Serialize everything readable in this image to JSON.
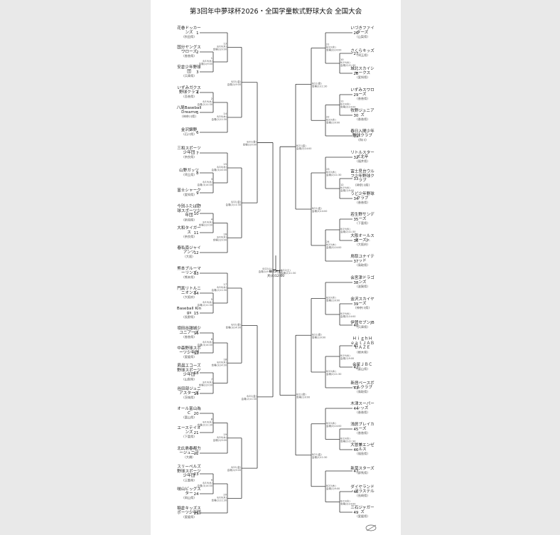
{
  "title": "第3回年中夢球杯2026・全国学童軟式野球大会 全国大会",
  "final": {
    "date": "8/22(土)",
    "venue": "大(4)12:00"
  },
  "left_teams": [
    {
      "seed": "1",
      "name": [
        "花巻ドッカー",
        "ンズ"
      ],
      "pref": "(秋田県)"
    },
    {
      "seed": "2",
      "name": [
        "国分ヤングス",
        "ワローズ"
      ],
      "pref": "(香香県)"
    },
    {
      "seed": "3",
      "name": [
        "安倉少年野球",
        "団"
      ],
      "pref": "(兵庫県)"
    },
    {
      "seed": "4",
      "name": [
        "いずみガクス",
        "野球クラブ"
      ],
      "pref": "(吾香県)"
    },
    {
      "seed": "5",
      "name": [
        "八尾Baseball",
        "Dreams"
      ],
      "pref": "(神奈川県)"
    },
    {
      "seed": "6",
      "name": [
        "金沢錦野"
      ],
      "pref": "(石川県)"
    },
    {
      "seed": "7",
      "name": [
        "三和スポーツ",
        "少年団"
      ],
      "pref": "(奈良県)"
    },
    {
      "seed": "8",
      "name": [
        "山野ガッツ"
      ],
      "pref": "(埼玉県)"
    },
    {
      "seed": "9",
      "name": [
        "富士シャーク"
      ],
      "pref": "(愛知県)"
    },
    {
      "seed": "10",
      "name": [
        "今別ふたば野",
        "球スポーツ少",
        "年団"
      ],
      "pref": "(新潟県)"
    },
    {
      "seed": "11",
      "name": [
        "大和タイガー",
        "ス"
      ],
      "pref": "(奈良県)"
    },
    {
      "seed": "12",
      "name": [
        "春私南ジャイ",
        "アンツ"
      ],
      "pref": "(大阪)"
    },
    {
      "seed": "13",
      "name": [
        "熊本ブルーマ",
        "ーリンズ"
      ],
      "pref": "(熊本県)"
    },
    {
      "seed": "14",
      "name": [
        "門真リトルニ",
        "ニオンズ"
      ],
      "pref": "(大阪府)"
    },
    {
      "seed": "15",
      "name": [
        "Baseball Kin",
        "gs"
      ],
      "pref": "(長野県)"
    },
    {
      "seed": "16",
      "name": [
        "頃田谷雑城少",
        "ユニアーズ"
      ],
      "pref": "(香香県)"
    },
    {
      "seed": "17",
      "name": [
        "中森野球スポ",
        "ーツ少年団"
      ],
      "pref": "(愛媛県)"
    },
    {
      "seed": "18",
      "name": [
        "昇晨エコーズ",
        "野球スポーツ",
        "少年団"
      ],
      "pref": "(山梨県)"
    },
    {
      "seed": "19",
      "name": [
        "谷田部ジュニ",
        "アスターズ"
      ],
      "pref": "(茨城県)"
    },
    {
      "seed": "20",
      "name": [
        "オール富山為",
        "C"
      ],
      "pref": "(富山県)"
    },
    {
      "seed": "21",
      "name": [
        "エーステイオ",
        "ンズ"
      ],
      "pref": "(下富県)"
    },
    {
      "seed": "22",
      "name": [
        "北広島春都力",
        "ージュニア"
      ],
      "pref": "(大橋)"
    },
    {
      "seed": "23",
      "name": [
        "スリーペルズ",
        "野球スポーツ",
        "少年団"
      ],
      "pref": "(三重県)"
    },
    {
      "seed": "24",
      "name": [
        "岐山ビッグス",
        "ター"
      ],
      "pref": "(岡山県)"
    },
    {
      "seed": "25",
      "name": [
        "稲倉キッズス",
        "ポーツ少年団"
      ],
      "pref": "(愛媛県)"
    }
  ],
  "right_teams": [
    {
      "seed": "26",
      "name": [
        "いづきファイ",
        "ターズ"
      ],
      "pref": "(山梨県)"
    },
    {
      "seed": "27",
      "name": [
        "さくらキッズ"
      ],
      "pref": "(埼玉県)"
    },
    {
      "seed": "28",
      "name": [
        "城北スカイシ",
        "ャークス"
      ],
      "pref": "(愛知県)"
    },
    {
      "seed": "29",
      "name": [
        "いずみスワロ",
        "ーズ"
      ],
      "pref": "(香香県)"
    },
    {
      "seed": "30",
      "name": [
        "牧野ジュニア",
        "ズ"
      ],
      "pref": "(香香県)"
    },
    {
      "seed": "31",
      "name": [
        "春日入間少年",
        "野球クラブ"
      ],
      "pref": "(和川)"
    },
    {
      "seed": "32",
      "name": [
        "リトルスター",
        "ズ北辛"
      ],
      "pref": "(福井県)"
    },
    {
      "seed": "33",
      "name": [
        "富士見台ウル",
        "フ少年野球ク",
        "ラブ"
      ],
      "pref": "(神奈川県)"
    },
    {
      "seed": "34",
      "name": [
        "うど少年野球",
        "クラブ"
      ],
      "pref": "(香香県)"
    },
    {
      "seed": "35",
      "name": [
        "若生野サンデ",
        "ーズ"
      ],
      "pref": "(下富県)"
    },
    {
      "seed": "36",
      "name": [
        "大阪オールス",
        "ターズJr."
      ],
      "pref": "(大阪府)"
    },
    {
      "seed": "37",
      "name": [
        "鳥取ユナイテ",
        "ッド"
      ],
      "pref": "(鳥取県)"
    },
    {
      "seed": "38",
      "name": [
        "会宮津ドラゴ",
        "ンズ"
      ],
      "pref": "(滋賀県)"
    },
    {
      "seed": "39",
      "name": [
        "金沢スカイヤ",
        "ーズ"
      ],
      "pref": "(神奈川県)"
    },
    {
      "seed": "40",
      "name": [
        "伊賀セブンJB"
      ],
      "pref": "(兵庫県)"
    },
    {
      "seed": "41",
      "name": [
        "ＨｉｇｈＨ",
        "ｅａｌＪＡＢ",
        "ＬＡＺＥ"
      ],
      "pref": "(根木県)"
    },
    {
      "seed": "42",
      "name": [
        "会星ＪＢＣ"
      ],
      "pref": "(富山県)"
    },
    {
      "seed": "43",
      "name": [
        "新居ベースボ",
        "ールクラブ"
      ],
      "pref": "(鳥取県)"
    },
    {
      "seed": "44",
      "name": [
        "木津スーパー",
        "レッズ"
      ],
      "pref": "(香香県)"
    },
    {
      "seed": "45",
      "name": [
        "浅居ブレイカ",
        "ーズ"
      ],
      "pref": "(香香県)"
    },
    {
      "seed": "46",
      "name": [
        "大冒兼エンゼ",
        "ルス"
      ],
      "pref": "(福島県)"
    },
    {
      "seed": "47",
      "name": [
        "新草スターズ"
      ],
      "pref": "(群馬県)"
    },
    {
      "seed": "48",
      "name": [
        "ダイヤランド",
        "・アラステル"
      ],
      "pref": "(長崎県)"
    },
    {
      "seed": "49",
      "name": [
        "三石ジャガー",
        "ズ"
      ],
      "pref": "(愛媛県)"
    }
  ],
  "game_labels": {
    "r1_date": "8/19(水)",
    "r2_date": "8/20(木)",
    "r3_date": "8/21(金)",
    "qf_date": "8/21(金)",
    "sf_date": "8/22(土)",
    "venue_a": "会場(1)9:00",
    "venue_b": "会場(2)11:30",
    "venue_c": "会場(3)14:00"
  }
}
